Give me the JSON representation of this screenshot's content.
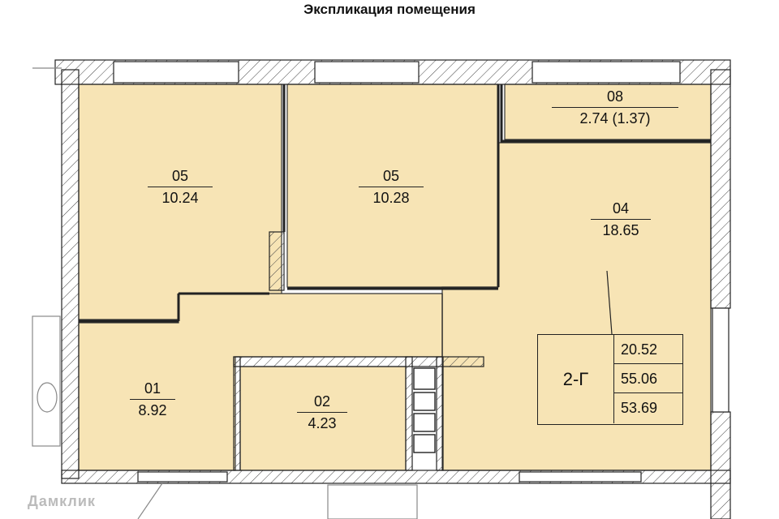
{
  "title": "Экспликация помещения",
  "colors": {
    "room_fill": "#f7e4b5",
    "wall_fill": "#ffffff",
    "wall_line": "#222222",
    "hatch": "#444444"
  },
  "rooms": [
    {
      "num": "05",
      "area": "10.24"
    },
    {
      "num": "05",
      "area": "10.28"
    },
    {
      "num": "08",
      "area": "2.74 (1.37)"
    },
    {
      "num": "04",
      "area": "18.65"
    },
    {
      "num": "01",
      "area": "8.92"
    },
    {
      "num": "02",
      "area": "4.23"
    }
  ],
  "summary": {
    "code": "2-Г",
    "values": [
      "20.52",
      "55.06",
      "53.69"
    ]
  },
  "watermark": "Дамклик"
}
